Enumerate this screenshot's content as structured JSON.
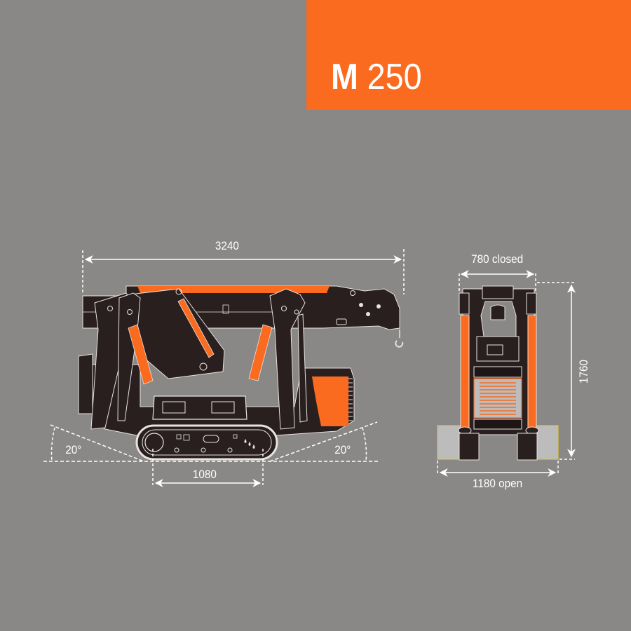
{
  "title": {
    "model": "M",
    "number": "250"
  },
  "colors": {
    "background": "#8a8787",
    "accent": "#fa6b1f",
    "machine_body": "#2a1f1f",
    "outline": "#e6e3e0",
    "dimension_lines": "#ffffff",
    "outrigger_pad": "#bdbcbc",
    "outrigger_pad_border": "#d8c63a"
  },
  "side_view": {
    "overall_length": "3240",
    "track_length": "1080",
    "angle_left": "20°",
    "angle_right": "20°"
  },
  "front_view": {
    "width_closed": "780 closed",
    "width_open": "1180 open",
    "height": "1760"
  }
}
